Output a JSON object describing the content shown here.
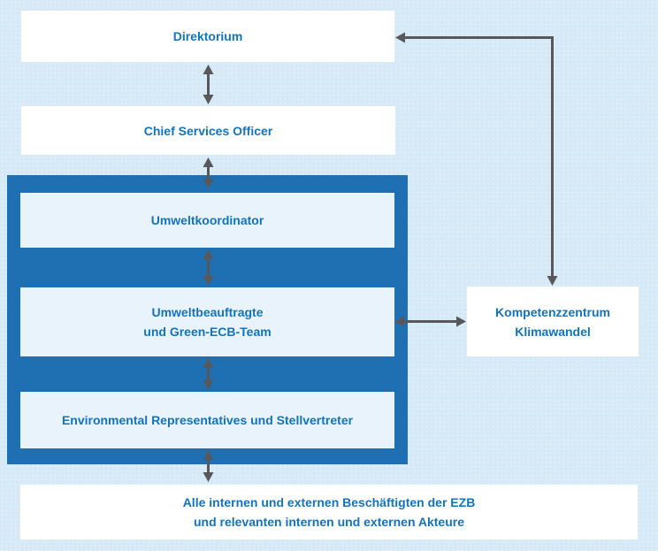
{
  "diagram": {
    "type": "org-chart",
    "language": "de",
    "colors": {
      "background": "#d5e9f6",
      "background_dot": "#e2f0fa",
      "container_blue": "#1e70b3",
      "box_light": "#e9f3fb",
      "box_white": "#ffffff",
      "text_blue": "#1274bd",
      "arrow": "#58585a"
    },
    "nodes": {
      "direktorium": {
        "label": "Direktorium"
      },
      "cso": {
        "label": "Chief Services Officer"
      },
      "umweltkoordinator": {
        "label": "Umweltkoordinator"
      },
      "umweltbeauftragte": {
        "line1": "Umweltbeauftragte",
        "line2": "und Green-ECB-Team"
      },
      "env_representatives": {
        "label": "Environmental Representatives und Stellvertreter"
      },
      "kompetenzzentrum": {
        "line1": "Kompetenzzentrum",
        "line2": "Klimawandel"
      },
      "alle_beschaeftigten": {
        "line1": "Alle internen und externen Beschäftigten der EZB",
        "line2": "und relevanten internen und externen Akteure"
      }
    },
    "connections": [
      {
        "from": "direktorium",
        "to": "cso",
        "style": "double-arrow-vertical"
      },
      {
        "from": "cso",
        "to": "umweltkoordinator",
        "style": "double-arrow-vertical"
      },
      {
        "from": "umweltkoordinator",
        "to": "umweltbeauftragte",
        "style": "double-arrow-vertical"
      },
      {
        "from": "umweltbeauftragte",
        "to": "env_representatives",
        "style": "double-arrow-vertical"
      },
      {
        "from": "env_representatives",
        "to": "alle_beschaeftigten",
        "style": "double-arrow-vertical"
      },
      {
        "from": "umweltbeauftragte",
        "to": "kompetenzzentrum",
        "style": "double-arrow-horizontal"
      },
      {
        "from": "kompetenzzentrum",
        "to": "direktorium",
        "style": "double-arrow-elbow"
      }
    ]
  }
}
